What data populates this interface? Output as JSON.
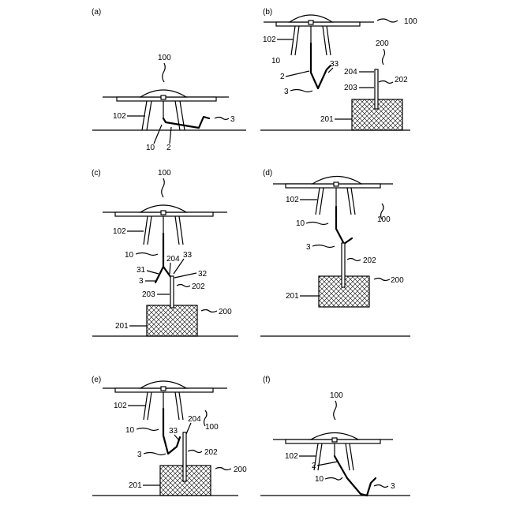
{
  "panels": [
    {
      "id": "a",
      "label": "(a)",
      "callouts": {
        "drone": "100",
        "feet": "102",
        "cable": "10",
        "line": "2",
        "hook": "3"
      }
    },
    {
      "id": "b",
      "label": "(b)",
      "callouts": {
        "drone": "100",
        "feet": "102",
        "cable": "10",
        "line": "2",
        "hook": "3",
        "tip": "33",
        "station": "200",
        "pin": "204",
        "post": "202",
        "shaft": "203",
        "base": "201"
      }
    },
    {
      "id": "c",
      "label": "(c)",
      "callouts": {
        "drone": "100",
        "feet": "102",
        "cable": "10",
        "arm_left": "31",
        "hook": "3",
        "pin": "204",
        "tip": "33",
        "arm_right": "32",
        "post": "202",
        "shaft": "203",
        "base": "201",
        "station": "200"
      }
    },
    {
      "id": "d",
      "label": "(d)",
      "callouts": {
        "feet": "102",
        "drone": "100",
        "cable": "10",
        "hook": "3",
        "post": "202",
        "station": "200",
        "base": "201"
      }
    },
    {
      "id": "e",
      "label": "(e)",
      "callouts": {
        "feet": "102",
        "cable": "10",
        "pin": "204",
        "drone": "100",
        "tip": "33",
        "hook": "3",
        "post": "202",
        "base": "201",
        "station": "200"
      }
    },
    {
      "id": "f",
      "label": "(f)",
      "callouts": {
        "drone": "100",
        "feet": "102",
        "line": "2",
        "cable": "10",
        "hook": "3"
      }
    }
  ]
}
